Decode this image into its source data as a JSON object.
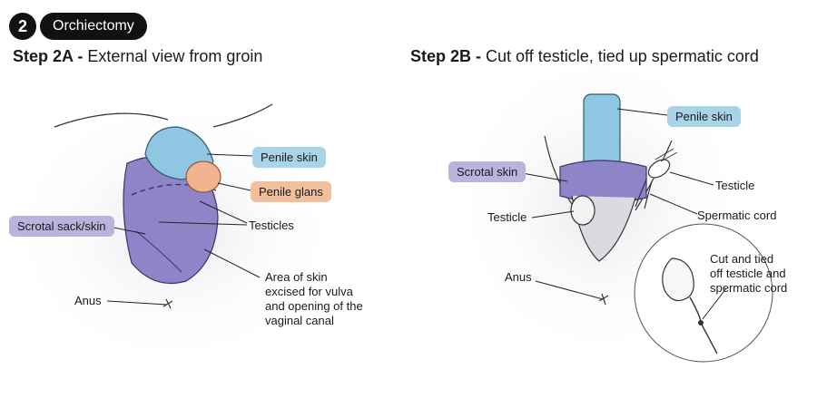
{
  "header": {
    "number": "2",
    "title": "Orchiectomy"
  },
  "step_a": {
    "title_bold": "Step 2A -",
    "title_rest": "External view from groin",
    "labels": {
      "penile_skin": "Penile skin",
      "penile_glans": "Penile glans",
      "scrotal_sack": "Scrotal sack/skin",
      "testicles": "Testicles",
      "anus": "Anus",
      "excised_area": [
        "Area of skin",
        "excised for vulva",
        "and opening of the",
        "vaginal canal"
      ]
    }
  },
  "step_b": {
    "title_bold": "Step 2B -",
    "title_rest": "Cut off testicle, tied up spermatic cord",
    "labels": {
      "penile_skin": "Penile skin",
      "scrotal_skin": "Scrotal skin",
      "testicle_right": "Testicle",
      "testicle_left": "Testicle",
      "spermatic_cord": "Spermatic cord",
      "anus": "Anus",
      "inset_note": [
        "Cut and tied",
        "off testicle and",
        "spermatic cord"
      ]
    }
  },
  "colors": {
    "penile_skin": "#8fc6e2",
    "penile_glans": "#f2b48e",
    "scrotal": "#8e84c8",
    "label_blue": "#a9d3e8",
    "label_orange": "#f2bf9e",
    "label_purple": "#b9b3dd"
  }
}
